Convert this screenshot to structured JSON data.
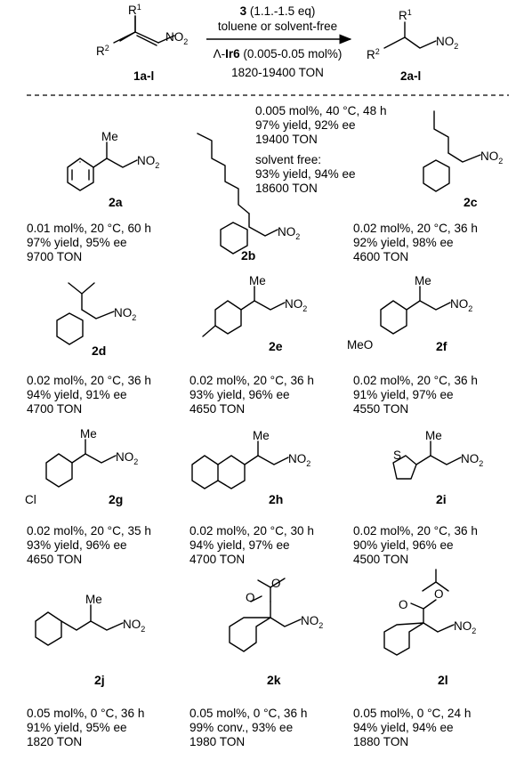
{
  "header": {
    "substrate": {
      "r1": "R1",
      "r2": "R2",
      "no2": "NO2",
      "label": "1a-l"
    },
    "product": {
      "r1": "R1",
      "r2": "R2",
      "no2": "NO2",
      "label": "2a-l"
    },
    "reagent_bold": "3",
    "reagent_eq": " (1.1.-1.5 eq)",
    "solvent": "toluene or solvent-free",
    "catalyst_prefix": "Λ-",
    "catalyst_bold": "Ir6",
    "catalyst_loading": " (0.005-0.05 mol%)",
    "ton_range": "1820-19400 TON"
  },
  "entries": [
    {
      "id": "2a",
      "lines": [
        "0.01 mol%, 20 °C, 60 h",
        "97% yield, 95% ee",
        "9700 TON"
      ]
    },
    {
      "id": "2b",
      "lines": [
        "0.005 mol%, 40 °C, 48 h",
        "97% yield, 92% ee",
        "19400 TON",
        "solvent free:",
        "93% yield, 94% ee",
        "18600 TON"
      ]
    },
    {
      "id": "2c",
      "lines": [
        "0.02 mol%, 20 °C, 36 h",
        "92% yield, 98% ee",
        "4600 TON"
      ]
    },
    {
      "id": "2d",
      "lines": [
        "0.02 mol%, 20 °C, 36 h",
        "94% yield, 91% ee",
        "4700 TON"
      ]
    },
    {
      "id": "2e",
      "lines": [
        "0.02 mol%, 20 °C, 36 h",
        "93% yield, 96% ee",
        "4650 TON"
      ]
    },
    {
      "id": "2f",
      "lines": [
        "0.02 mol%, 20 °C, 36 h",
        "91% yield, 97% ee",
        "4550 TON"
      ]
    },
    {
      "id": "2g",
      "lines": [
        "0.02 mol%, 20 °C, 35 h",
        "93% yield, 96% ee",
        "4650 TON"
      ]
    },
    {
      "id": "2h",
      "lines": [
        "0.02 mol%, 20 °C, 30 h",
        "94% yield, 97% ee",
        "4700 TON"
      ]
    },
    {
      "id": "2i",
      "lines": [
        "0.02 mol%, 20 °C, 36 h",
        "90% yield, 96% ee",
        "4500 TON"
      ]
    },
    {
      "id": "2j",
      "lines": [
        "0.05 mol%, 0 °C, 36 h",
        "91% yield, 95% ee",
        "1820 TON"
      ]
    },
    {
      "id": "2k",
      "lines": [
        "0.05 mol%, 0 °C, 36 h",
        "99% conv., 93% ee",
        "1980 TON"
      ]
    },
    {
      "id": "2l",
      "lines": [
        "0.05 mol%, 0 °C, 24 h",
        "94% yield, 94% ee",
        "1880 TON"
      ]
    }
  ],
  "atom_labels": {
    "me": "Me",
    "no2": "NO2",
    "meo": "MeO",
    "cl": "Cl",
    "s": "S",
    "o": "O"
  }
}
